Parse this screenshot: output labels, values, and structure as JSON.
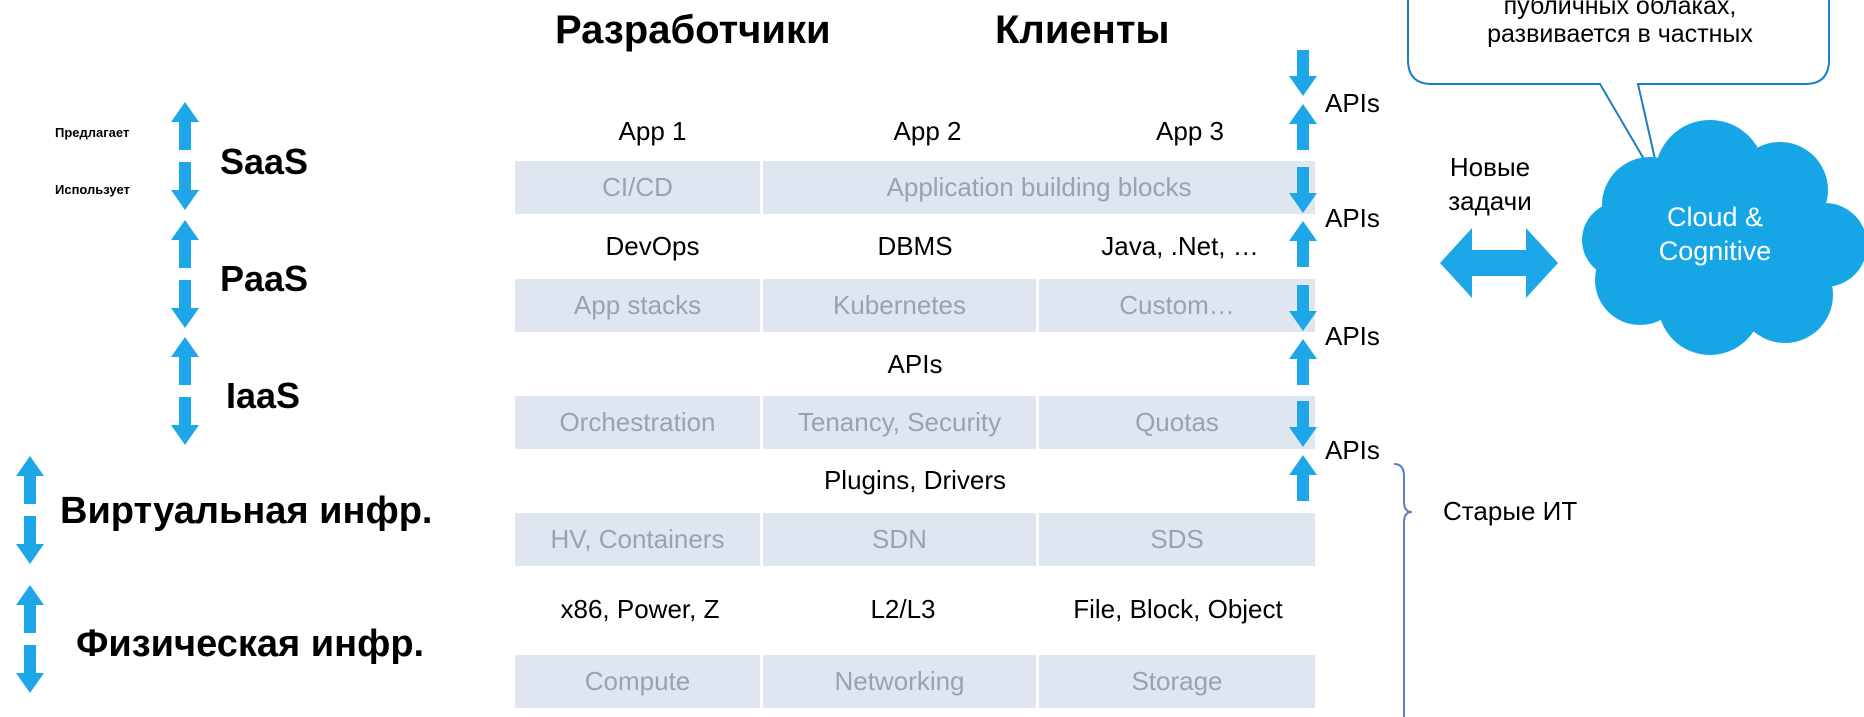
{
  "headers": {
    "developers": "Разработчики",
    "clients": "Клиенты"
  },
  "rows": [
    {
      "style": "white",
      "cells": [
        "App 1",
        "App 2",
        "App 3"
      ]
    },
    {
      "style": "grey",
      "cells": [
        "CI/CD",
        "Application building blocks"
      ]
    },
    {
      "style": "white",
      "cells": [
        "DevOps",
        "DBMS",
        "Java, .Net, …"
      ]
    },
    {
      "style": "grey",
      "cells": [
        "App stacks",
        "Kubernetes",
        "Custom…"
      ]
    },
    {
      "style": "white",
      "cells": [
        "APIs"
      ]
    },
    {
      "style": "grey",
      "cells": [
        "Orchestration",
        "Tenancy, Security",
        "Quotas"
      ]
    },
    {
      "style": "white",
      "cells": [
        "Plugins, Drivers"
      ]
    },
    {
      "style": "grey",
      "cells": [
        "HV, Containers",
        "SDN",
        "SDS"
      ]
    },
    {
      "style": "white",
      "cells": [
        "x86, Power, Z",
        "L2/L3",
        "File, Block, Object"
      ]
    },
    {
      "style": "grey",
      "cells": [
        "Compute",
        "Networking",
        "Storage"
      ]
    }
  ],
  "api_labels": [
    "APIs",
    "APIs",
    "APIs",
    "APIs"
  ],
  "layers": {
    "saas": "SaaS",
    "paas": "PaaS",
    "iaas": "IaaS",
    "virtual": "Виртуальная инфр.",
    "physical": "Физическая инфр."
  },
  "saas_side": {
    "offers": "Предлагает",
    "uses": "Использует"
  },
  "right": {
    "new_tasks_line1": "Новые",
    "new_tasks_line2": "задачи",
    "cloud_line1": "Cloud &",
    "cloud_line2": "Cognitive",
    "legacy": "Старые ИТ",
    "callout_line1": "публичных облаках,",
    "callout_line2": "развивается в частных"
  },
  "colors": {
    "arrow": "#1ea7e8",
    "arrow_dark": "#0a8fd0",
    "grey_band": "#dfe6ef",
    "grey_text": "#9aa3ad",
    "cloud": "#16a6e6",
    "brace": "#5a7fc0"
  }
}
